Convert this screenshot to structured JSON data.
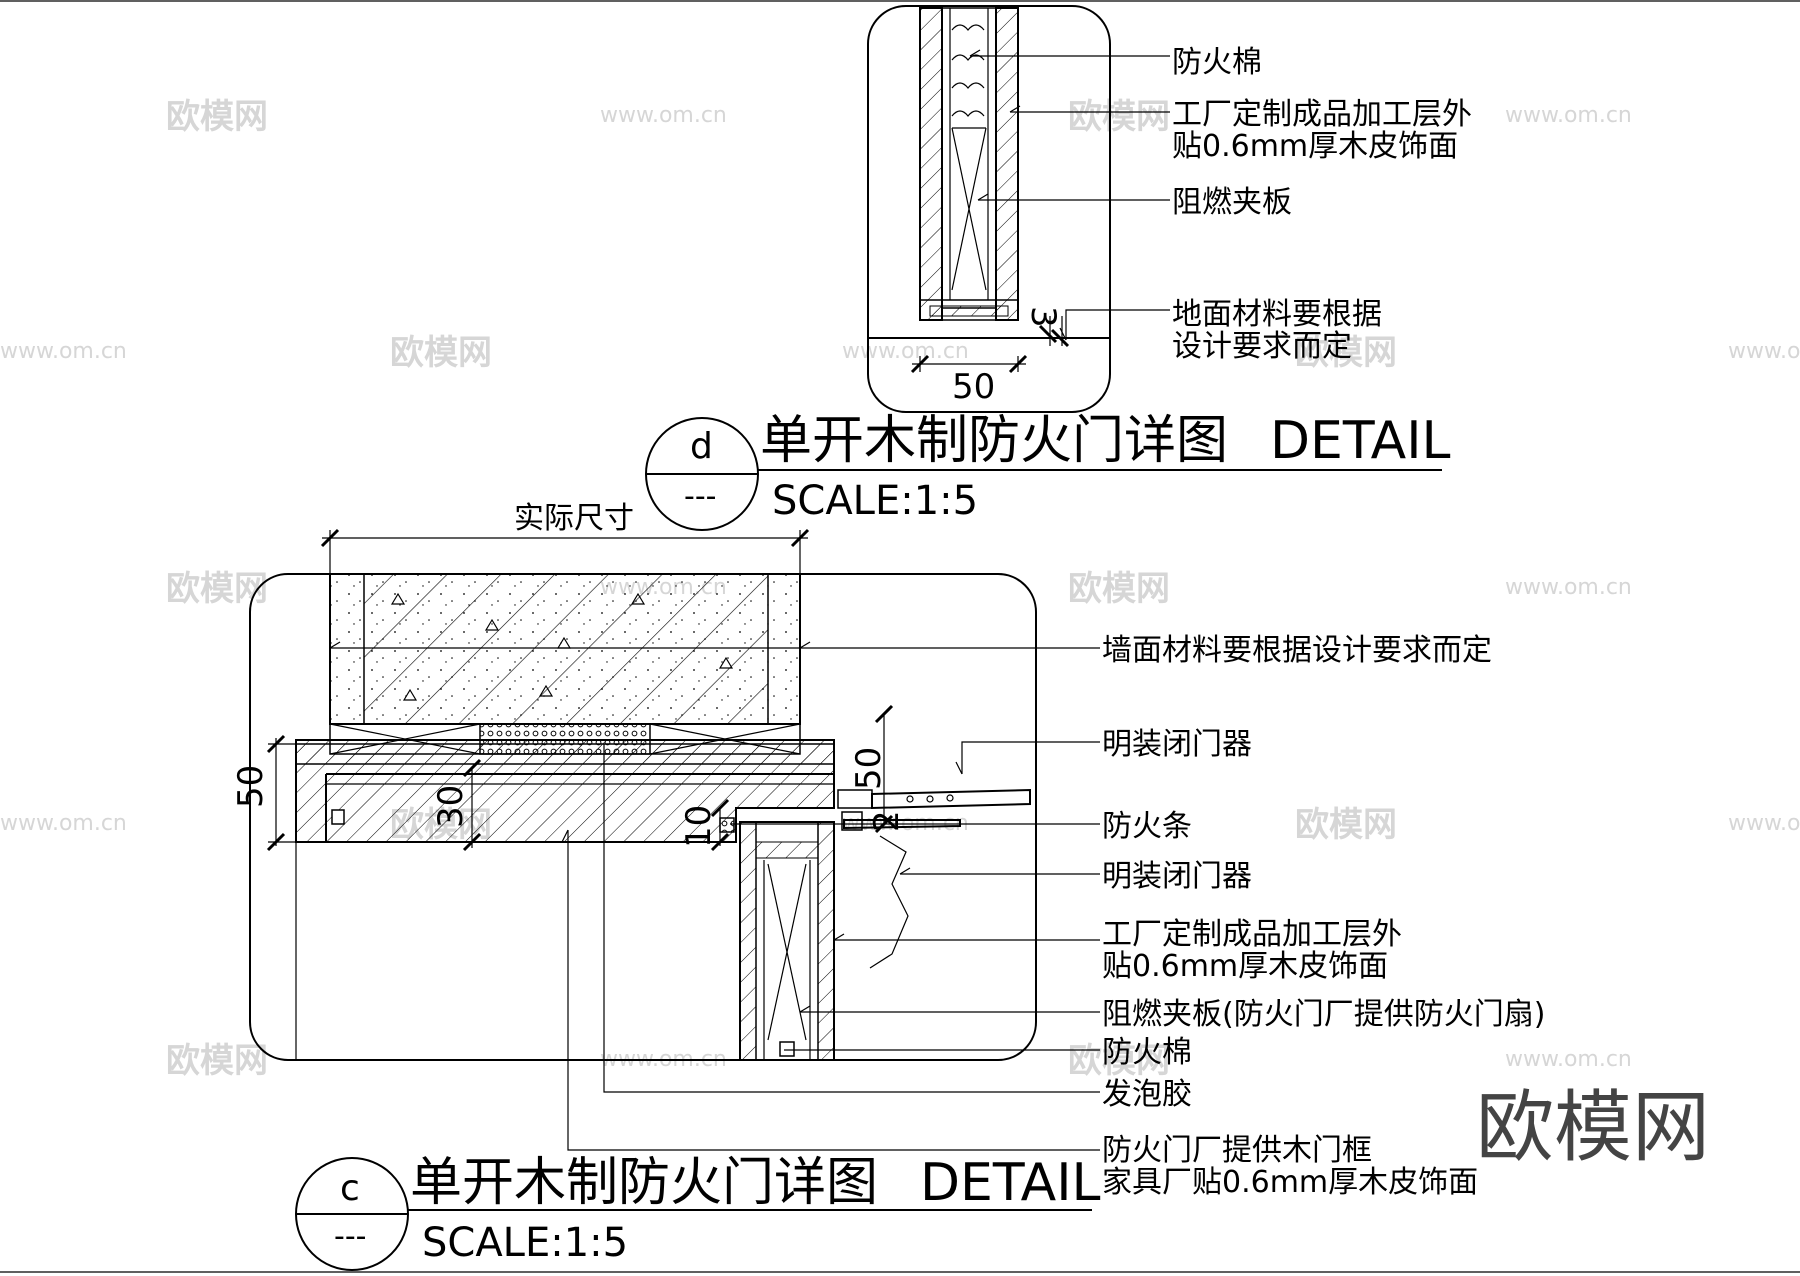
{
  "detail_d": {
    "letter": "d",
    "dash": "---",
    "title": "单开木制防火门详图",
    "title_en": "DETAIL",
    "scale": "SCALE:1:5",
    "dim_50": "50",
    "dim_3": "3",
    "labels": {
      "l1": "防火棉",
      "l2a": "工厂定制成品加工层外",
      "l2b": "贴0.6mm厚木皮饰面",
      "l3": "阻燃夹板",
      "l4a": "地面材料要根据",
      "l4b": "设计要求而定"
    }
  },
  "detail_c": {
    "letter": "c",
    "dash": "---",
    "title": "单开木制防火门详图",
    "title_en": "DETAIL",
    "scale": "SCALE:1:5",
    "dim_top": "实际尺寸",
    "dim_50_left": "50",
    "dim_30": "30",
    "dim_10": "10",
    "dim_50_right": "50",
    "dim_2": "2",
    "labels": {
      "l1": "墙面材料要根据设计要求而定",
      "l2": "明装闭门器",
      "l3": "防火条",
      "l4": "明装闭门器",
      "l5a": "工厂定制成品加工层外",
      "l5b": "贴0.6mm厚木皮饰面",
      "l6": "阻燃夹板(防火门厂提供防火门扇)",
      "l7": "防火棉",
      "l8": "发泡胶",
      "l9a": "防火门厂提供木门框",
      "l9b": "家具厂贴0.6mm厚木皮饰面"
    }
  },
  "watermark": {
    "brand": "欧模网",
    "url": "www.om.cn"
  }
}
